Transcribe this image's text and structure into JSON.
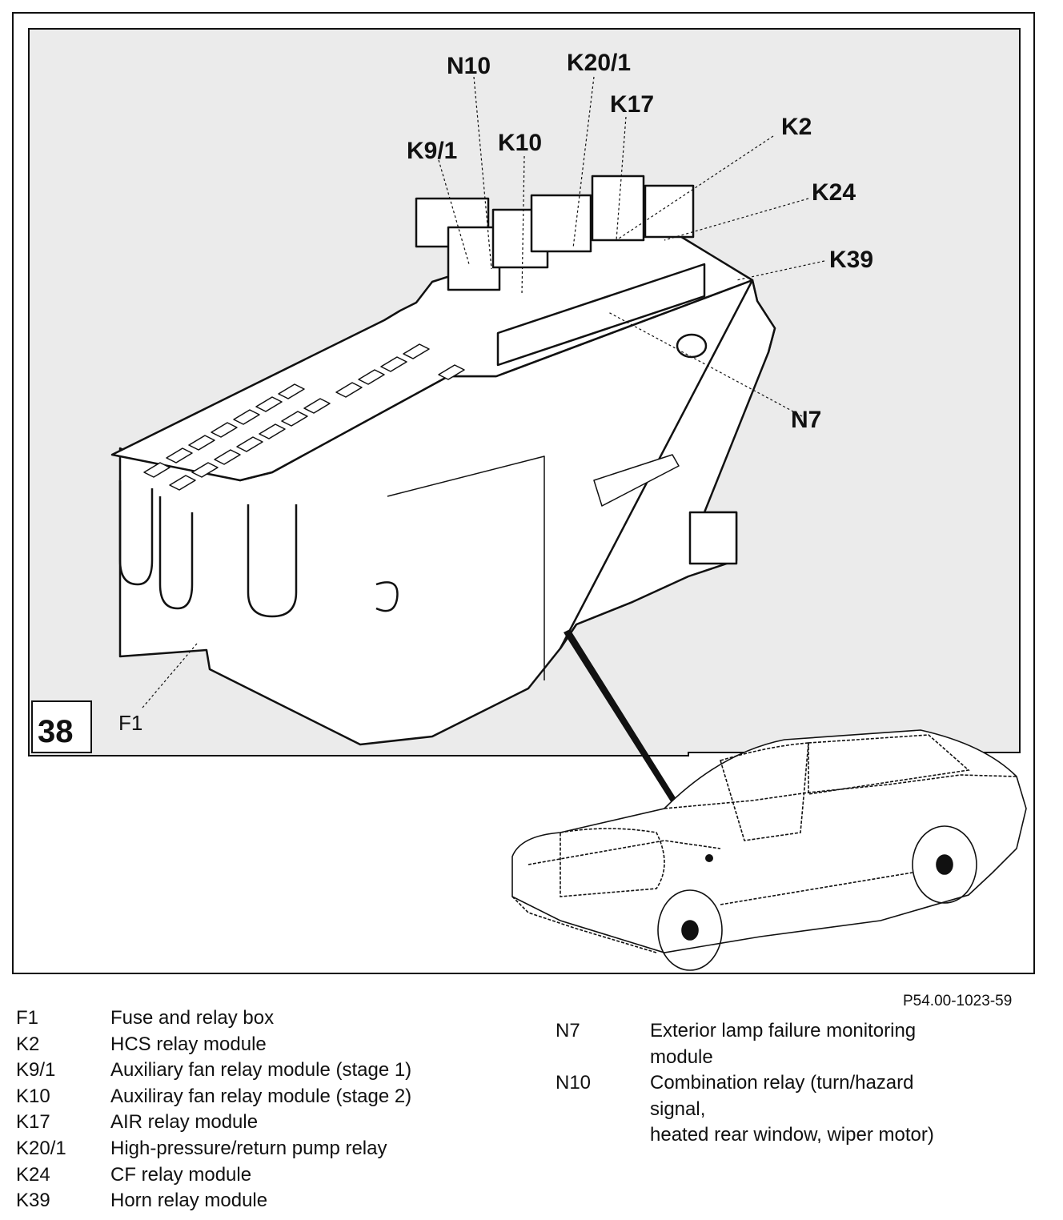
{
  "figure": {
    "number": "38",
    "callouts": {
      "n10": "N10",
      "k20_1": "K20/1",
      "k17": "K17",
      "k9_1": "K9/1",
      "k10": "K10",
      "k2": "K2",
      "k24": "K24",
      "k39": "K39",
      "n7": "N7",
      "f1": "F1"
    },
    "reference": "P54.00-1023-59"
  },
  "legend": {
    "left": [
      {
        "code": "F1",
        "desc": "Fuse and relay box"
      },
      {
        "code": "K2",
        "desc": "HCS relay module"
      },
      {
        "code": "K9/1",
        "desc": "Auxiliary fan relay module (stage 1)"
      },
      {
        "code": "K10",
        "desc": "Auxiliray fan relay module (stage 2)"
      },
      {
        "code": "K17",
        "desc": "AIR relay module"
      },
      {
        "code": "K20/1",
        "desc": "High-pressure/return pump relay"
      },
      {
        "code": "K24",
        "desc": "CF relay module"
      },
      {
        "code": "K39",
        "desc": "Horn relay module"
      }
    ],
    "right": [
      {
        "code": "N7",
        "desc": "Exterior lamp failure monitoring\nmodule"
      },
      {
        "code": "N10",
        "desc": "Combination relay (turn/hazard\nsignal,\nheated rear window, wiper motor)"
      }
    ]
  },
  "colors": {
    "ink": "#111111",
    "panel": "#ebebeb",
    "paper": "#ffffff"
  }
}
